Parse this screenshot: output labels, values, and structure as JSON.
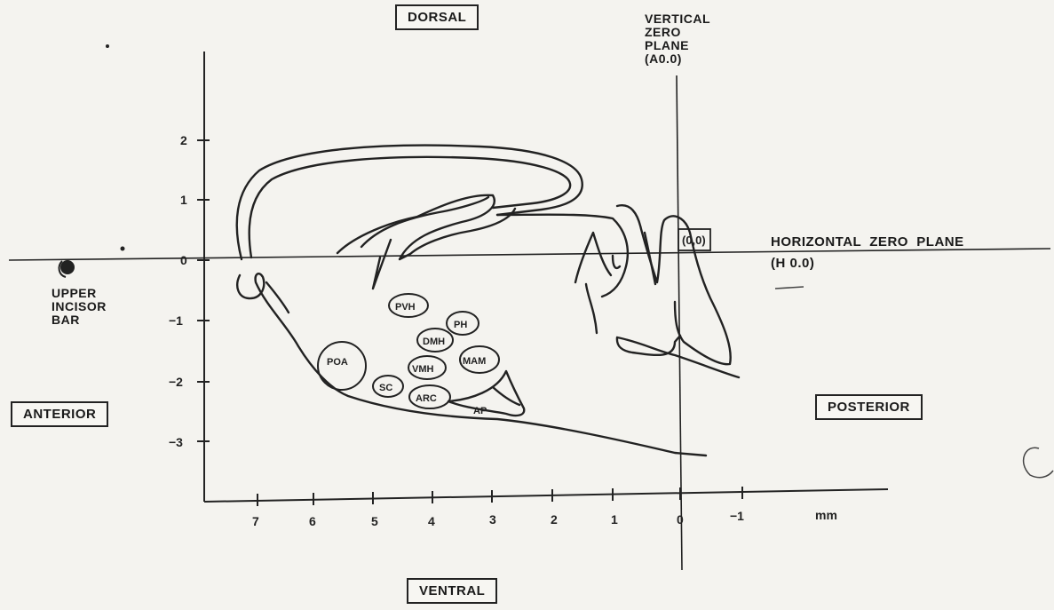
{
  "labels": {
    "dorsal": "DORSAL",
    "ventral": "VENTRAL",
    "anterior": "ANTERIOR",
    "posterior": "POSTERIOR",
    "vertical_zero_plane": [
      "VERTICAL",
      "ZERO",
      "PLANE",
      "(A0.0)"
    ],
    "horizontal_zero_plane": "HORIZONTAL  ZERO  PLANE",
    "horizontal_zero_plane_code": "(H 0.0)",
    "origin": "(0,0)",
    "upper_incisor_bar": [
      "UPPER",
      "INCISOR",
      "BAR"
    ],
    "unit": "mm"
  },
  "axes": {
    "x_ticks": [
      "7",
      "6",
      "5",
      "4",
      "3",
      "2",
      "1",
      "0",
      "−1"
    ],
    "y_ticks": [
      "2",
      "1",
      "0",
      "−1",
      "−2",
      "−3"
    ]
  },
  "nuclei": [
    "PVH",
    "PH",
    "DMH",
    "MAM",
    "POA",
    "VMH",
    "SC",
    "ARC",
    "AP"
  ],
  "colors": {
    "background": "#f4f3ef",
    "ink": "#222222"
  }
}
